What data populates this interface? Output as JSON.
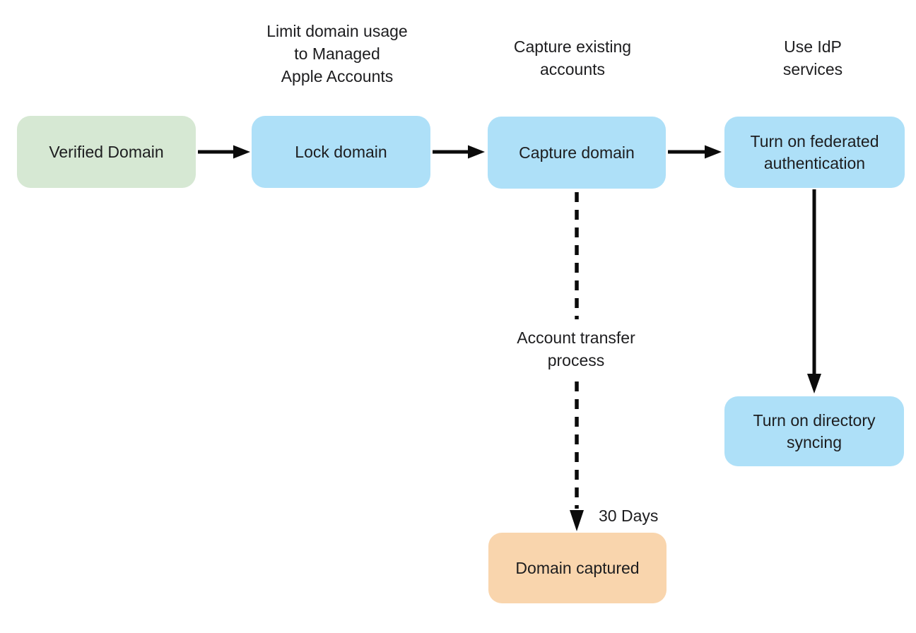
{
  "diagram": {
    "type": "flowchart",
    "background_color": "#ffffff",
    "text_color": "#1d1d1f",
    "arrow_color": "#0b0b0b",
    "nodes": [
      {
        "id": "verified-domain",
        "label": "Verified Domain",
        "fill": "#d6e8d3"
      },
      {
        "id": "lock-domain",
        "label": "Lock domain",
        "fill": "#aee0f8"
      },
      {
        "id": "capture-domain",
        "label": "Capture domain",
        "fill": "#aee0f8"
      },
      {
        "id": "turn-on-federated-authentication",
        "label": "Turn on federated authentication",
        "fill": "#aee0f8"
      },
      {
        "id": "turn-on-directory-syncing",
        "label": "Turn on directory syncing",
        "fill": "#aee0f8"
      },
      {
        "id": "domain-captured",
        "label": "Domain captured",
        "fill": "#f9d5ad"
      }
    ],
    "step_headings": [
      {
        "id": "limit-domain-usage",
        "text": "Limit domain usage\nto Managed\nApple Accounts"
      },
      {
        "id": "capture-existing-accounts",
        "text": "Capture existing\naccounts"
      },
      {
        "id": "use-idp-services",
        "text": "Use IdP\nservices"
      }
    ],
    "edge_labels": [
      {
        "id": "account-transfer-process",
        "text": "Account transfer\nprocess"
      },
      {
        "id": "thirty-days",
        "text": "30 Days"
      }
    ],
    "edges": [
      {
        "from": "verified-domain",
        "to": "lock-domain",
        "style": "solid"
      },
      {
        "from": "lock-domain",
        "to": "capture-domain",
        "style": "solid"
      },
      {
        "from": "capture-domain",
        "to": "turn-on-federated-authentication",
        "style": "solid"
      },
      {
        "from": "turn-on-federated-authentication",
        "to": "turn-on-directory-syncing",
        "style": "solid"
      },
      {
        "from": "capture-domain",
        "to": "domain-captured",
        "style": "dashed",
        "label": "Account transfer process / 30 Days"
      }
    ]
  }
}
